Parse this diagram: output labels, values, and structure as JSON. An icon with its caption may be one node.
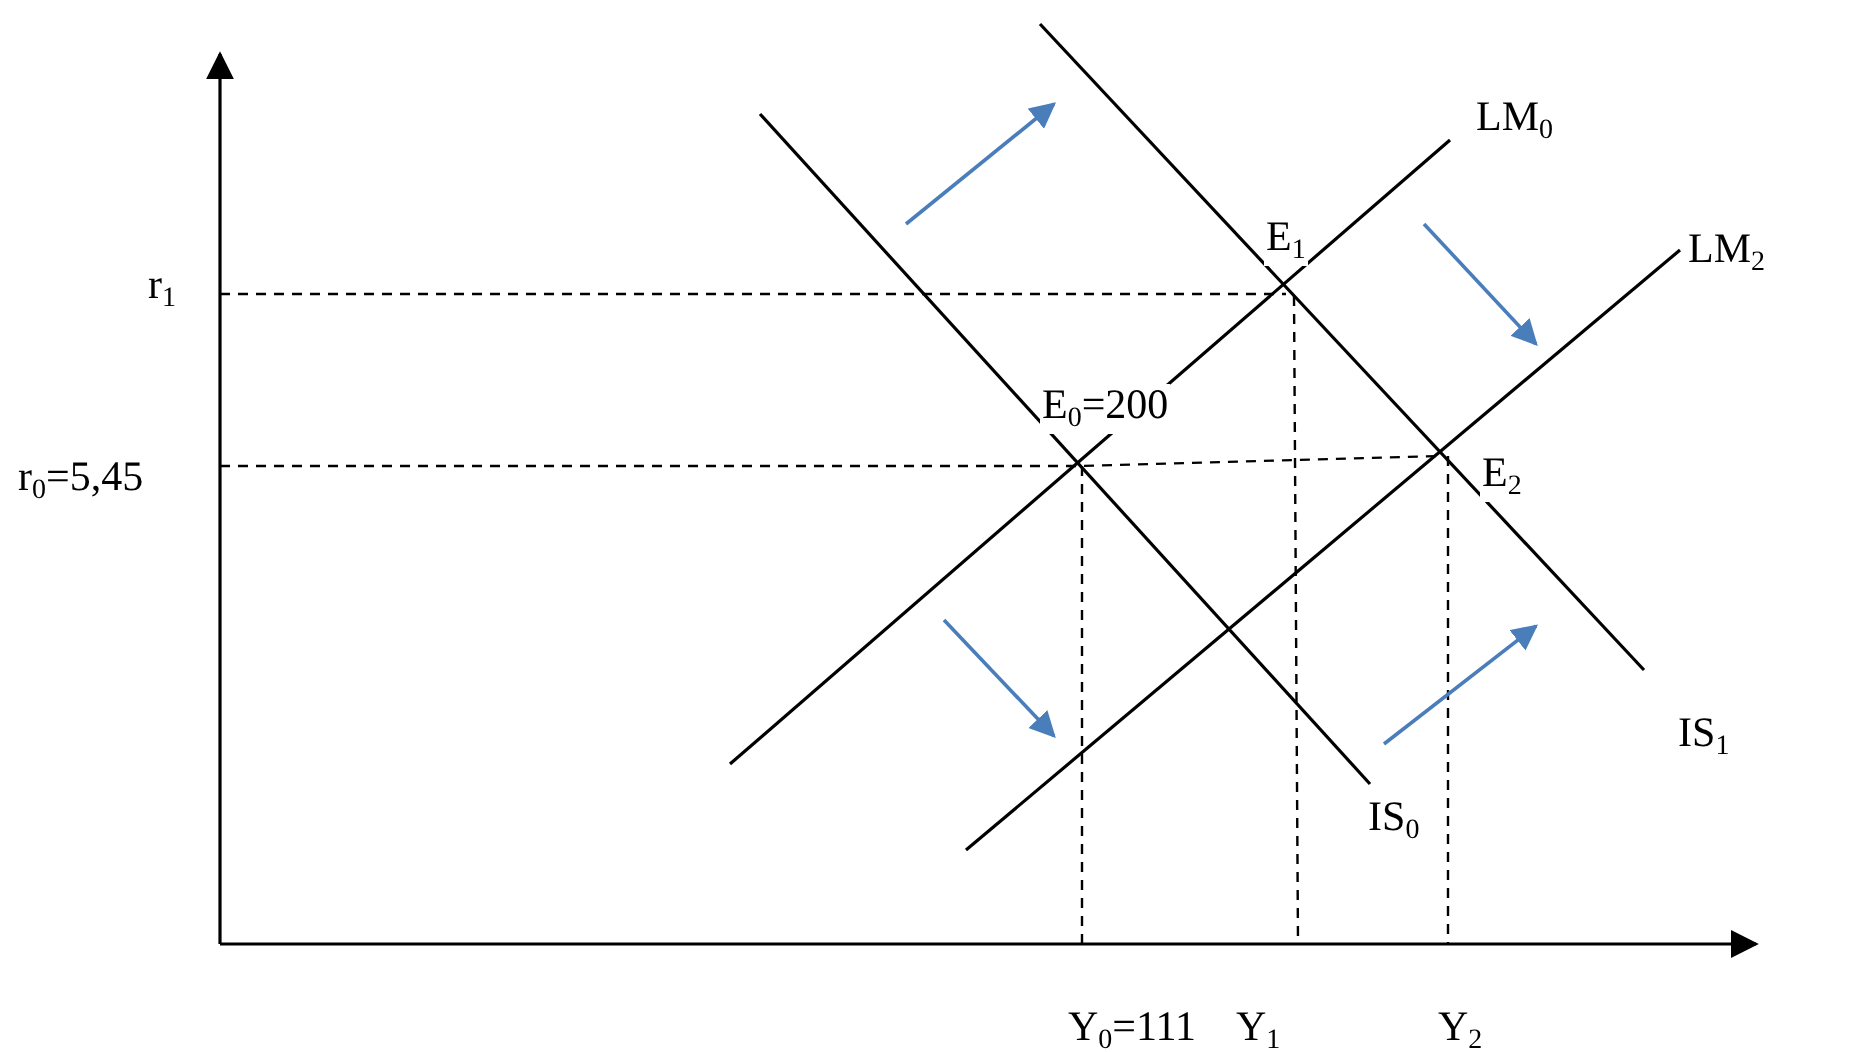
{
  "diagram": {
    "labels": [
      "LM$_{0}$",
      "E$_{1}$",
      "r$_{1}$",
      "LM$_{2}$",
      "E$_{0}$=200",
      "r$_{0}$=5,45",
      "E$_{2}$",
      "IS$_{1}$",
      "IS$_{0}$",
      "Y$_{0}$=111",
      "Y$_{1}$",
      "Y$_{2}$"
    ]
  }
}
